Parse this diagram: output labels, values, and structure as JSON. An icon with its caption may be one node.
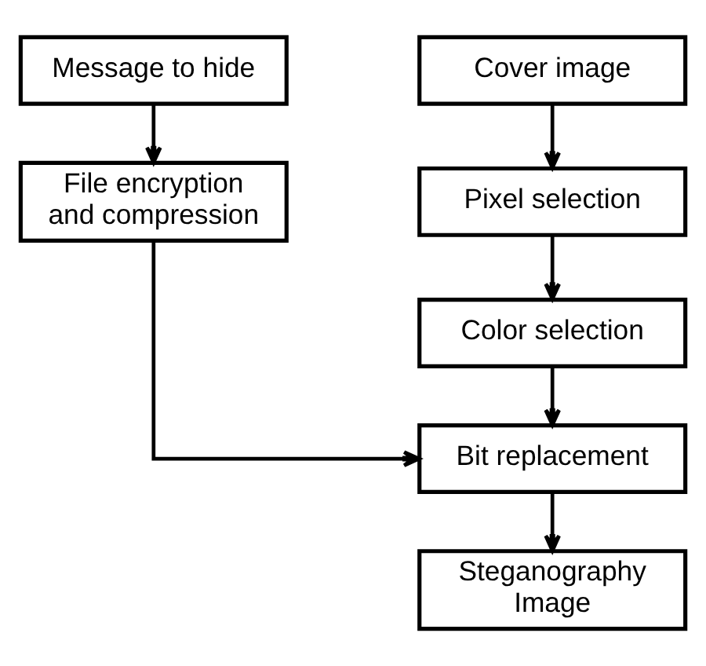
{
  "diagram": {
    "nodes": [
      {
        "text": [
          "Message to hide"
        ]
      },
      {
        "text": [
          "Cover image"
        ]
      },
      {
        "text": [
          "File encryption and compression"
        ]
      },
      {
        "text": [
          "Pixel selection"
        ]
      },
      {
        "text": [
          "Color selection"
        ]
      },
      {
        "text": [
          "Bit replacement"
        ]
      },
      {
        "text": [
          "Steganography Image"
        ]
      }
    ],
    "edges": [
      {
        "from": 0,
        "to": 2,
        "arrow": "to"
      },
      {
        "from": 1,
        "to": 3,
        "arrow": "to"
      },
      {
        "from": 3,
        "to": 4,
        "arrow": "to"
      },
      {
        "from": 4,
        "to": 5,
        "arrow": "to"
      },
      {
        "from": 2,
        "to": 5,
        "arrow": "to"
      },
      {
        "from": 5,
        "to": 6,
        "arrow": "to"
      }
    ]
  }
}
